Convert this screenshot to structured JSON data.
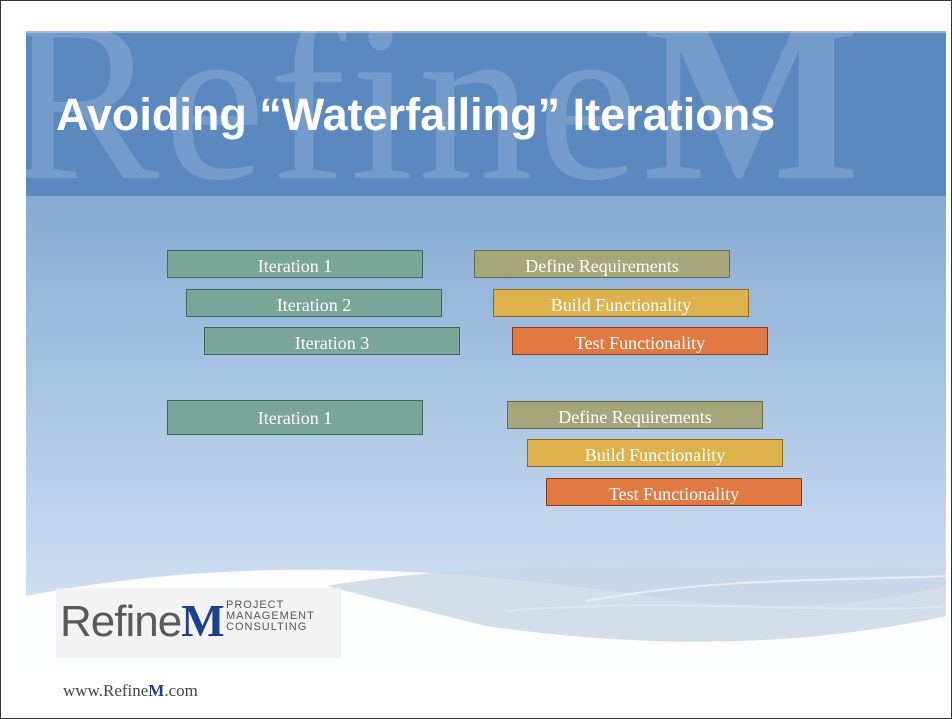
{
  "title": "Avoiding “Waterfalling” Iterations",
  "watermark": {
    "prefix": "Refine",
    "suffix": "M"
  },
  "top_group": {
    "iterations": [
      "Iteration 1",
      "Iteration 2",
      "Iteration 3"
    ],
    "phases": [
      "Define Requirements",
      "Build Functionality",
      "Test Functionality"
    ]
  },
  "bottom_group": {
    "iterations": [
      "Iteration 1"
    ],
    "phases": [
      "Define Requirements",
      "Build Functionality",
      "Test Functionality"
    ]
  },
  "logo": {
    "word_prefix": "Refine",
    "word_suffix": "M",
    "tagline": [
      "PROJECT",
      "MANAGEMENT",
      "CONSULTING"
    ]
  },
  "footer": {
    "url_prefix": "www.Refine",
    "url_bold": "M",
    "url_suffix": ".com"
  },
  "colors": {
    "iteration": "#7aa69a",
    "define_requirements": "#a6a67c",
    "build_functionality": "#ddb24c",
    "test_functionality": "#e07a42",
    "title_bar": "#5a88bf"
  }
}
